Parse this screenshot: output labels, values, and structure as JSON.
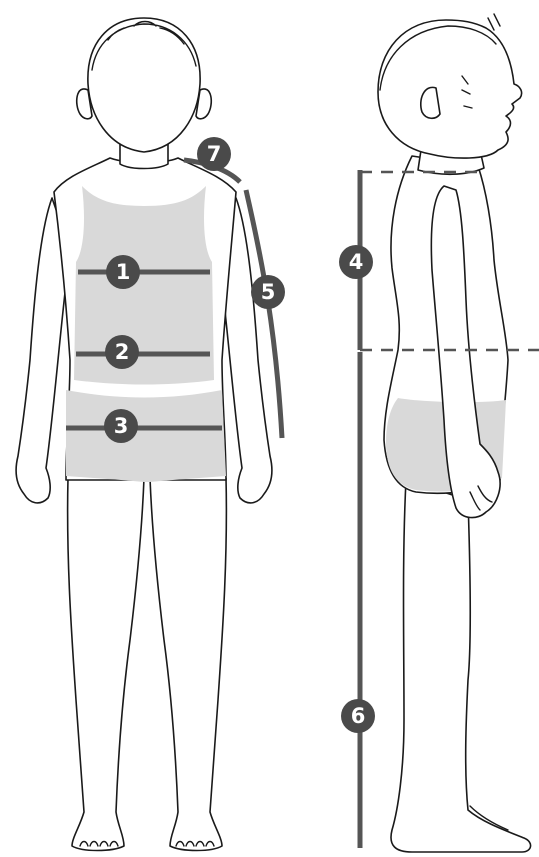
{
  "colors": {
    "badge_fill": "#4a4a4a",
    "badge_text": "#ffffff",
    "measure_line": "#555555",
    "garment_fill": "#d9d9d9",
    "outline": "#1a1a1a"
  },
  "badges": {
    "chest": "1",
    "waist": "2",
    "hips": "3",
    "torso_height": "4",
    "arm_length": "5",
    "body_height": "6",
    "shoulder": "7"
  }
}
